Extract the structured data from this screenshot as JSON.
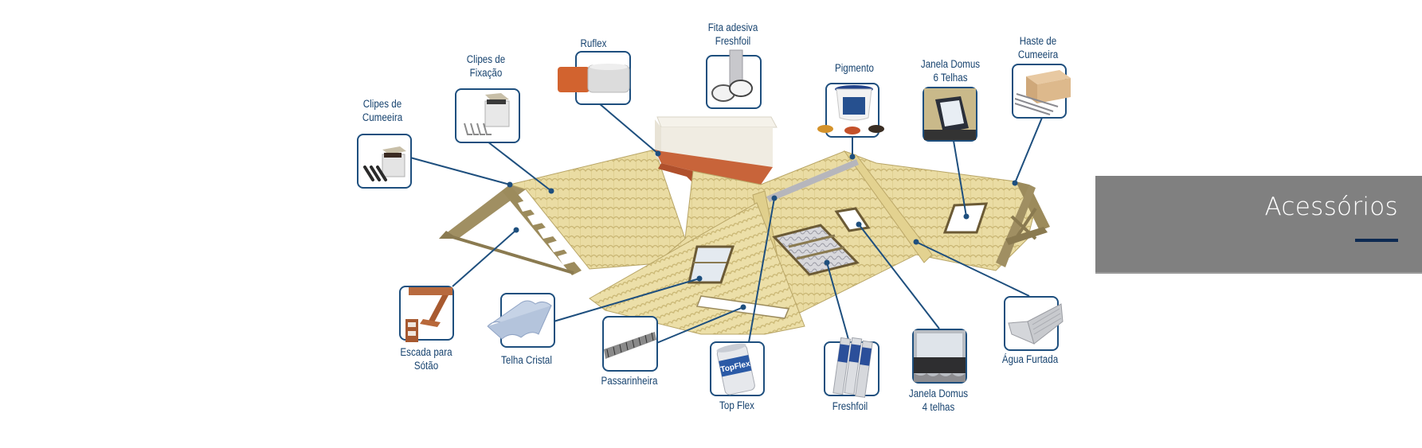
{
  "banner": {
    "title": "Acessórios",
    "background": "#808080",
    "underline_color": "#0d2a52"
  },
  "diagram": {
    "callout_color": "#1e4f7e",
    "label_color": "#17436f",
    "roof_color": "#e8d9a0",
    "items": [
      {
        "id": "clipes-cumeeira",
        "label": [
          "Clipes de",
          "Cumeeira"
        ],
        "icon": "clip-box-icon"
      },
      {
        "id": "clipes-fixacao",
        "label": [
          "Clipes de",
          "Fixação"
        ],
        "icon": "clip-box-icon"
      },
      {
        "id": "ruflex",
        "label": [
          "Ruflex"
        ],
        "icon": "tape-roll-icon"
      },
      {
        "id": "fita-freshfoil",
        "label": [
          "Fita adesiva",
          "Freshfoil"
        ],
        "icon": "foil-tape-icon"
      },
      {
        "id": "pigmento",
        "label": [
          "Pigmento"
        ],
        "icon": "paint-bucket-icon"
      },
      {
        "id": "janela-domus-6",
        "label": [
          "Janela Domus",
          "6 Telhas"
        ],
        "icon": "skylight-icon"
      },
      {
        "id": "haste-cumeeira",
        "label": [
          "Haste de",
          "Cumeeira"
        ],
        "icon": "box-rods-icon"
      },
      {
        "id": "escada-sotao",
        "label": [
          "Escada para",
          "Sótão"
        ],
        "icon": "attic-ladder-icon"
      },
      {
        "id": "telha-cristal",
        "label": [
          "Telha Cristal"
        ],
        "icon": "clear-tile-icon"
      },
      {
        "id": "passarinheira",
        "label": [
          "Passarinheira"
        ],
        "icon": "bird-stop-icon"
      },
      {
        "id": "top-flex",
        "label": [
          "Top Flex"
        ],
        "icon": "topflex-roll-icon"
      },
      {
        "id": "freshfoil",
        "label": [
          "Freshfoil"
        ],
        "icon": "foil-rolls-icon"
      },
      {
        "id": "janela-domus-4",
        "label": [
          "Janela Domus",
          "4 telhas"
        ],
        "icon": "skylight-icon"
      },
      {
        "id": "agua-furtada",
        "label": [
          "Água Furtada"
        ],
        "icon": "valley-flashing-icon"
      }
    ],
    "product_text": {
      "topflex_brand": "TopFlex"
    }
  }
}
